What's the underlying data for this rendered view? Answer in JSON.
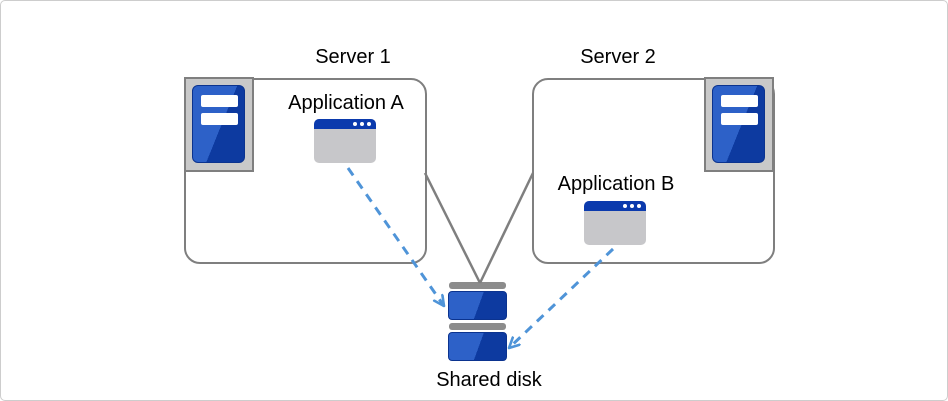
{
  "diagram": {
    "servers": [
      {
        "label": "Server 1",
        "application": {
          "label": "Application A"
        }
      },
      {
        "label": "Server 2",
        "application": {
          "label": "Application B"
        }
      }
    ],
    "storage": {
      "label": "Shared disk"
    },
    "icons": [
      "server-tower-icon",
      "application-window-icon",
      "shared-disk-icon"
    ],
    "colors": {
      "box_border": "#7f7f7f",
      "connector_gray": "#7f7f7f",
      "arrow_blue": "#4f94d8",
      "icon_blue_light": "#2d61c8",
      "icon_blue_dark": "#0d3aa0",
      "icon_frame_gray": "#c9c9c9",
      "window_gray": "#c7c7ca",
      "window_titlebar_blue": "#0b3aad",
      "disk_cap_gray": "#8c8c8c"
    }
  }
}
